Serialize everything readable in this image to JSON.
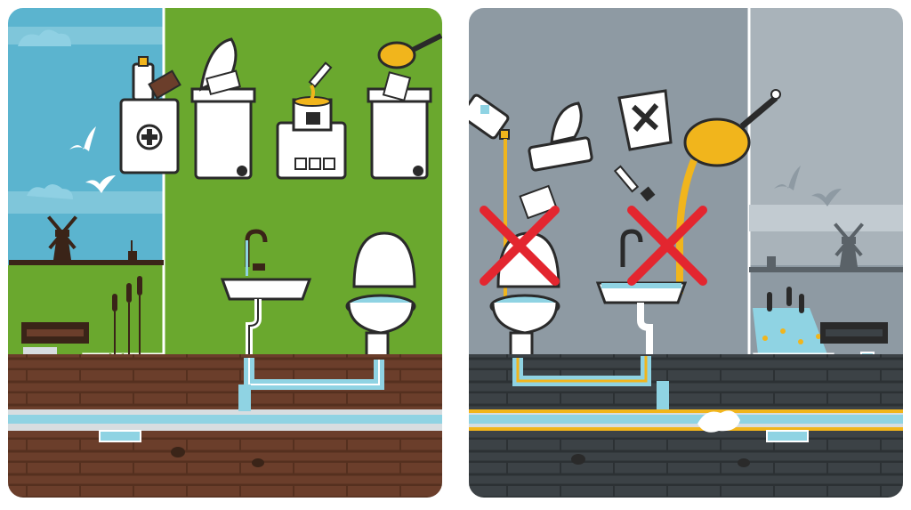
{
  "panels": [
    {
      "id": "correct",
      "theme": "clean",
      "background": "#6aa82e"
    },
    {
      "id": "incorrect",
      "theme": "polluted",
      "background": "#8e9aa3"
    }
  ],
  "colors": {
    "sky": "#5bb4cf",
    "grass": "#6aa82e",
    "soil": "#6b3e2b",
    "water": "#8fd3e3",
    "pipe": "#ffffff",
    "grey_bg": "#8e9aa3",
    "grey_soil": "#3c4246",
    "oil": "#f1b51c",
    "cross": "#e3262f",
    "outline": "#2a2a2a"
  },
  "icons": {
    "correct": [
      "medicine-bag-icon",
      "wipes-bin-icon",
      "paint-chemical-box-icon",
      "oil-bin-icon",
      "sink-icon",
      "toilet-icon",
      "windmill-icon",
      "seagull-icon"
    ],
    "incorrect": [
      "medicine-bottle-icon",
      "wipes-pack-icon",
      "paint-bucket-icon",
      "frying-pan-icon",
      "prohibited-cross-icon",
      "sink-icon",
      "toilet-icon",
      "windmill-icon",
      "seagull-icon"
    ]
  }
}
